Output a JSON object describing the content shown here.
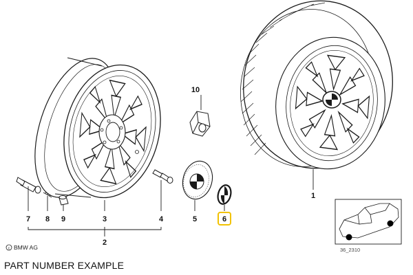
{
  "diagram": {
    "callouts": {
      "tire_wheel": "1",
      "rim_assembly": "2",
      "rim": "3",
      "wheel_bolt": "4",
      "hub_cap": "5",
      "emblem": "6",
      "valve": "7",
      "valve_insert": "8",
      "valve_cap": "9",
      "cap_part": "10"
    },
    "highlighted_callout": "6",
    "highlight_color": "#f2c200",
    "copyright": "BMW AG",
    "reference_code": "36_2310"
  },
  "caption": "PART NUMBER EXAMPLE"
}
